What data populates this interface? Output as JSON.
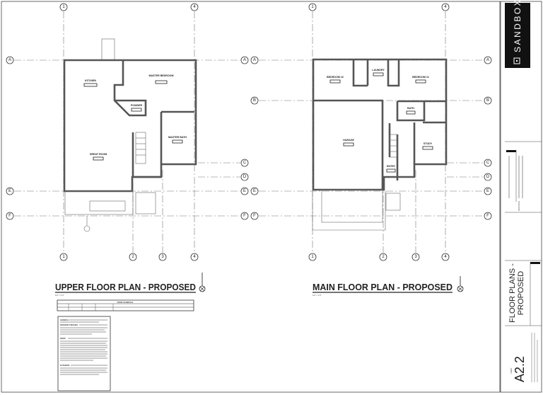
{
  "grid_labels": {
    "numbers": [
      "1",
      "2",
      "3",
      "4"
    ],
    "letters": [
      "A",
      "B",
      "C",
      "D",
      "E",
      "F"
    ]
  },
  "upper_plan": {
    "title": "UPPER FLOOR PLAN - PROPOSED",
    "scale": "1/4\" = 1'-0\"",
    "rooms": [
      "KITCHEN",
      "MASTER BEDROOM",
      "POWDER",
      "MASTER BATH",
      "GREAT ROOM"
    ],
    "door_schedule_title": "DOOR SCHEDULE",
    "notes_heading": [
      "GENERAL",
      "INTERIOR FINISHES",
      "DEMO",
      "EXTERIOR"
    ]
  },
  "main_plan": {
    "title": "MAIN FLOOR PLAN - PROPOSED",
    "scale": "1/4\" = 1'-0\"",
    "rooms": [
      "BEDROOM #2",
      "LAUNDRY",
      "BEDROOM #1",
      "BATH",
      "GARAGE",
      "STUDY",
      "ENTRY"
    ]
  },
  "title_block": {
    "brand": "SANDBOX",
    "sheet_title": "FLOOR PLANS - PROPOSED",
    "sheet_label": "SHEET",
    "sheet_number": "A2.2",
    "revisions": "REVISIONS"
  }
}
